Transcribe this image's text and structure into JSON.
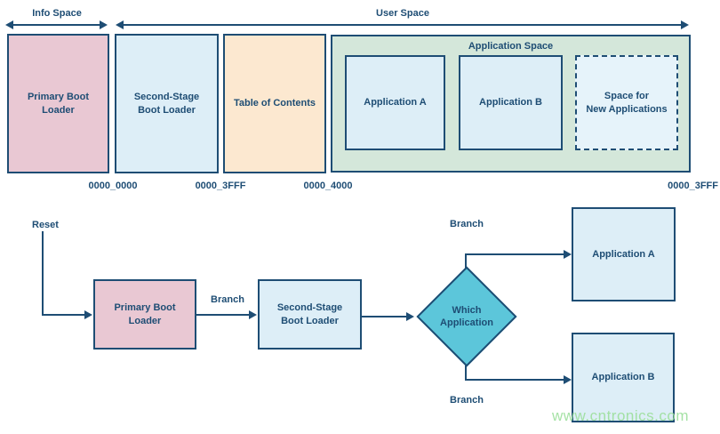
{
  "colors": {
    "navy": "#1e4d74",
    "pink": "#e9c8d3",
    "light_blue": "#ddeef7",
    "lighter_blue": "#e6f3fa",
    "peach": "#fce8d0",
    "green": "#d4e7da",
    "teal": "#5cc6da",
    "watermark": "#9cdf9c"
  },
  "memory_map": {
    "info_space": "Info Space",
    "user_space": "User Space",
    "application_space": "Application Space",
    "primary_boot_loader": "Primary Boot\nLoader",
    "second_stage_boot_loader": "Second-Stage\nBoot Loader",
    "table_of_contents": "Table of Contents",
    "application_a": "Application A",
    "application_b": "Application B",
    "space_for_new_apps": "Space for\nNew Applications",
    "addresses": [
      "0000_0000",
      "0000_3FFF",
      "0000_4000",
      "0000_3FFF"
    ]
  },
  "flowchart": {
    "reset": "Reset",
    "branch_to_sbl": "Branch",
    "branch_to_app_a": "Branch",
    "branch_to_app_b": "Branch",
    "primary_boot_loader": "Primary Boot\nLoader",
    "second_stage_boot_loader": "Second-Stage\nBoot Loader",
    "which_application": "Which\nApplication",
    "application_a": "Application A",
    "application_b": "Application B"
  },
  "watermark": "www.cntronics.com"
}
